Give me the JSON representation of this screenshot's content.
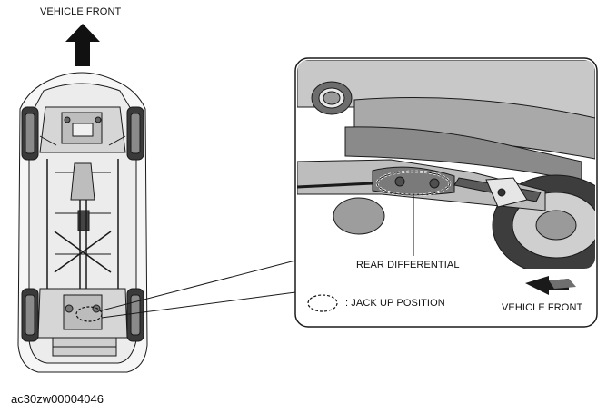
{
  "labels": {
    "vehicle_front_top": "VEHICLE FRONT",
    "rear_differential": "REAR DIFFERENTIAL",
    "jack_up_position": ": JACK UP POSITION",
    "vehicle_front_inset": "VEHICLE FRONT",
    "figure_id": "ac30zw00004046"
  },
  "colors": {
    "line": "#1a1a1a",
    "shade_light": "#d9d9d9",
    "shade_mid": "#a8a8a8",
    "shade_dark": "#555555"
  },
  "icons": {
    "front_arrow": "up-arrow-icon",
    "inset_arrow": "left-arrow-icon",
    "jack_marker": "dashed-ellipse-icon"
  }
}
